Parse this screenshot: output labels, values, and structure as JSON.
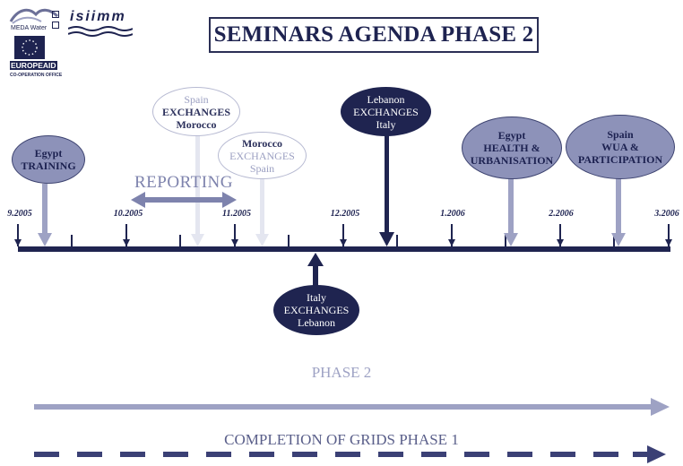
{
  "logos": {
    "meda_label": "MEDA Water",
    "isiimm": "isiimm",
    "europeaid_line1": "EUROPEAID",
    "europeaid_line2": "CO-OPERATION OFFICE"
  },
  "title": "SEMINARS AGENDA PHASE 2",
  "dates": [
    "9.2005",
    "10.2005",
    "11.2005",
    "12.2005",
    "1.2006",
    "2.2006",
    "3.2006"
  ],
  "events": {
    "egypt_training": {
      "country": "Egypt",
      "topic": "TRAINING"
    },
    "spain_morocco": {
      "from": "Spain",
      "topic": "EXCHANGES",
      "to": "Morocco"
    },
    "morocco_spain": {
      "from": "Morocco",
      "topic": "EXCHANGES",
      "to": "Spain"
    },
    "lebanon_italy": {
      "from": "Lebanon",
      "topic": "EXCHANGES",
      "to": "Italy"
    },
    "italy_lebanon": {
      "from": "Italy",
      "topic": "EXCHANGES",
      "to": "Lebanon"
    },
    "egypt_health": {
      "country": "Egypt",
      "topic1": "HEALTH &",
      "topic2": "URBANISATION"
    },
    "spain_wua": {
      "country": "Spain",
      "topic1": "WUA &",
      "topic2": "PARTICIPATION"
    }
  },
  "reporting": "REPORTING",
  "phase2": "PHASE 2",
  "completion": "COMPLETION OF GRIDS PHASE 1",
  "colors": {
    "dark": "#1f2450",
    "mid": "#8d92b9",
    "light": "#c9cce0",
    "phase_arrow": "#9ea2c4",
    "completion_arrow": "#3b4075"
  }
}
